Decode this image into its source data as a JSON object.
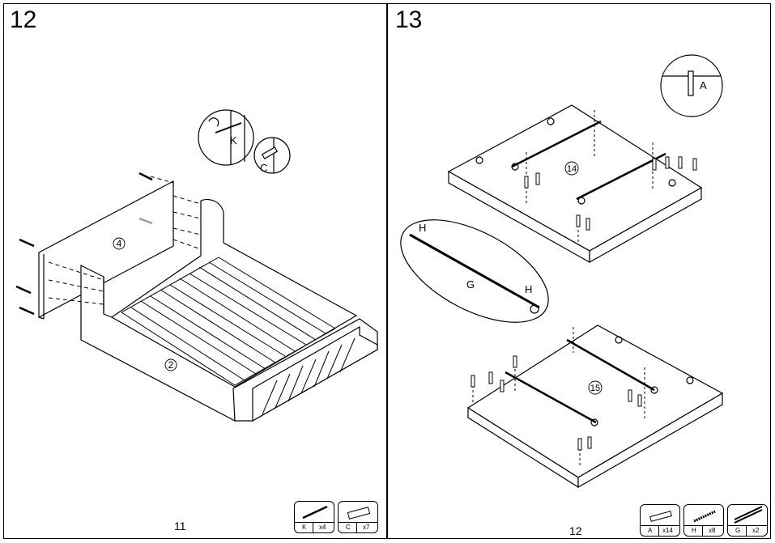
{
  "left_panel": {
    "step_number": "12",
    "page_number": "11",
    "callouts": {
      "headboard": "4",
      "side": "2"
    },
    "hardware_letters": {
      "screw": "K",
      "dowel": "C"
    },
    "parts": [
      {
        "letter": "K",
        "qty": "x4",
        "icon": "screw-icon"
      },
      {
        "letter": "C",
        "qty": "x7",
        "icon": "dowel-icon"
      }
    ]
  },
  "right_panel": {
    "step_number": "13",
    "page_number": "12",
    "callouts": {
      "top_panel": "14",
      "bottom_panel": "15"
    },
    "hardware_letters": {
      "anchor_detail": "A",
      "rail": "G",
      "rail_screw_left": "H",
      "rail_screw_right": "H"
    },
    "parts": [
      {
        "letter": "A",
        "qty": "x14",
        "icon": "anchor-icon"
      },
      {
        "letter": "H",
        "qty": "x8",
        "icon": "screw-icon"
      },
      {
        "letter": "G",
        "qty": "x2",
        "icon": "rail-icon"
      }
    ]
  }
}
